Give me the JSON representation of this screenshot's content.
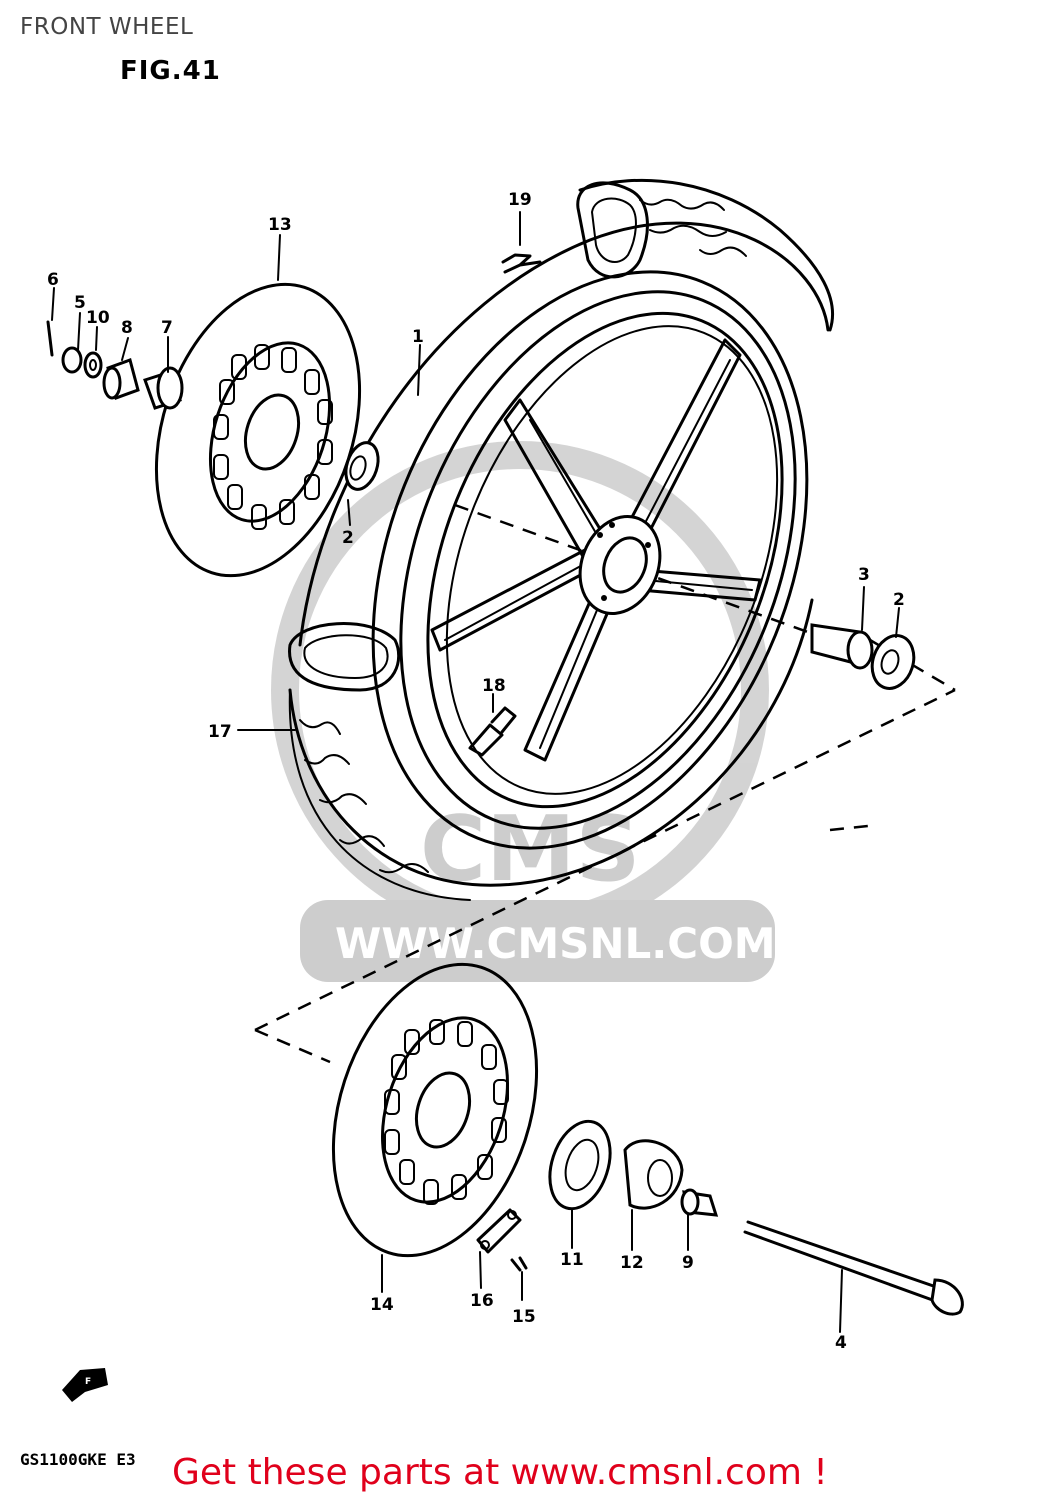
{
  "header": {
    "title": "FRONT WHEEL",
    "figure": "FIG.41"
  },
  "callouts": [
    "1",
    "2",
    "2",
    "3",
    "4",
    "5",
    "6",
    "7",
    "8",
    "9",
    "10",
    "11",
    "12",
    "13",
    "14",
    "15",
    "16",
    "17",
    "18",
    "19"
  ],
  "watermark": {
    "logo_text": "CMS",
    "url_text": "WWW.CMSNL.COM"
  },
  "direction_marker": "F",
  "footer": {
    "model_code": "GS1100GKE E3",
    "cta": "Get these parts at www.cmsnl.com !"
  },
  "colors": {
    "cta": "#e0001b",
    "title": "#444444",
    "watermark": "#c8c8c8",
    "lines": "#000000"
  }
}
